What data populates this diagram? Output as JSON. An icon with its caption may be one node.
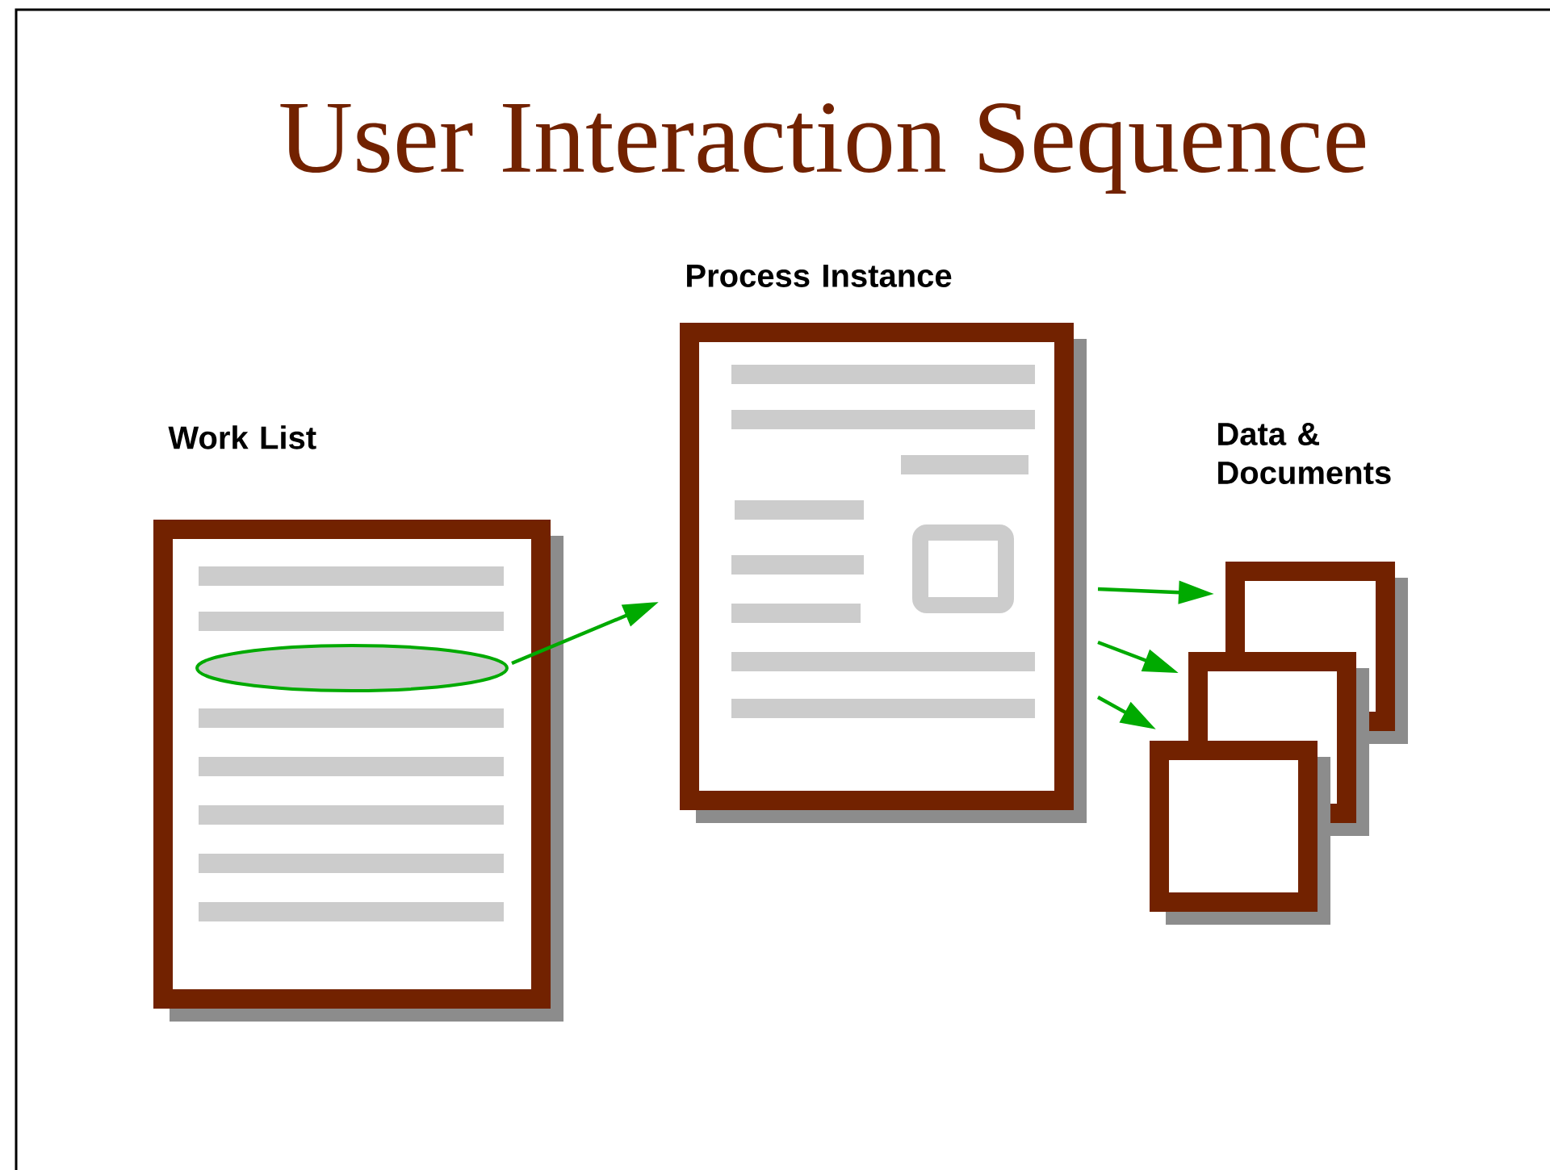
{
  "diagram": {
    "title": "User Interaction Sequence",
    "nodes": [
      {
        "text": [
          "Work List"
        ]
      },
      {
        "text": [],
        "shape": "ellipse",
        "in": 0
      },
      {
        "text": [
          "Process Instance"
        ]
      },
      {
        "text": [
          "Data & Documents"
        ]
      },
      {
        "text": [],
        "shape": "box"
      },
      {
        "text": [],
        "shape": "box"
      }
    ],
    "edges": [
      {
        "from": 1,
        "to": 2,
        "arrow": "to"
      },
      {
        "from": 2,
        "to": 3,
        "arrow": "to"
      },
      {
        "from": 2,
        "to": 4,
        "arrow": "to"
      },
      {
        "from": 2,
        "to": 5,
        "arrow": "to"
      }
    ]
  }
}
